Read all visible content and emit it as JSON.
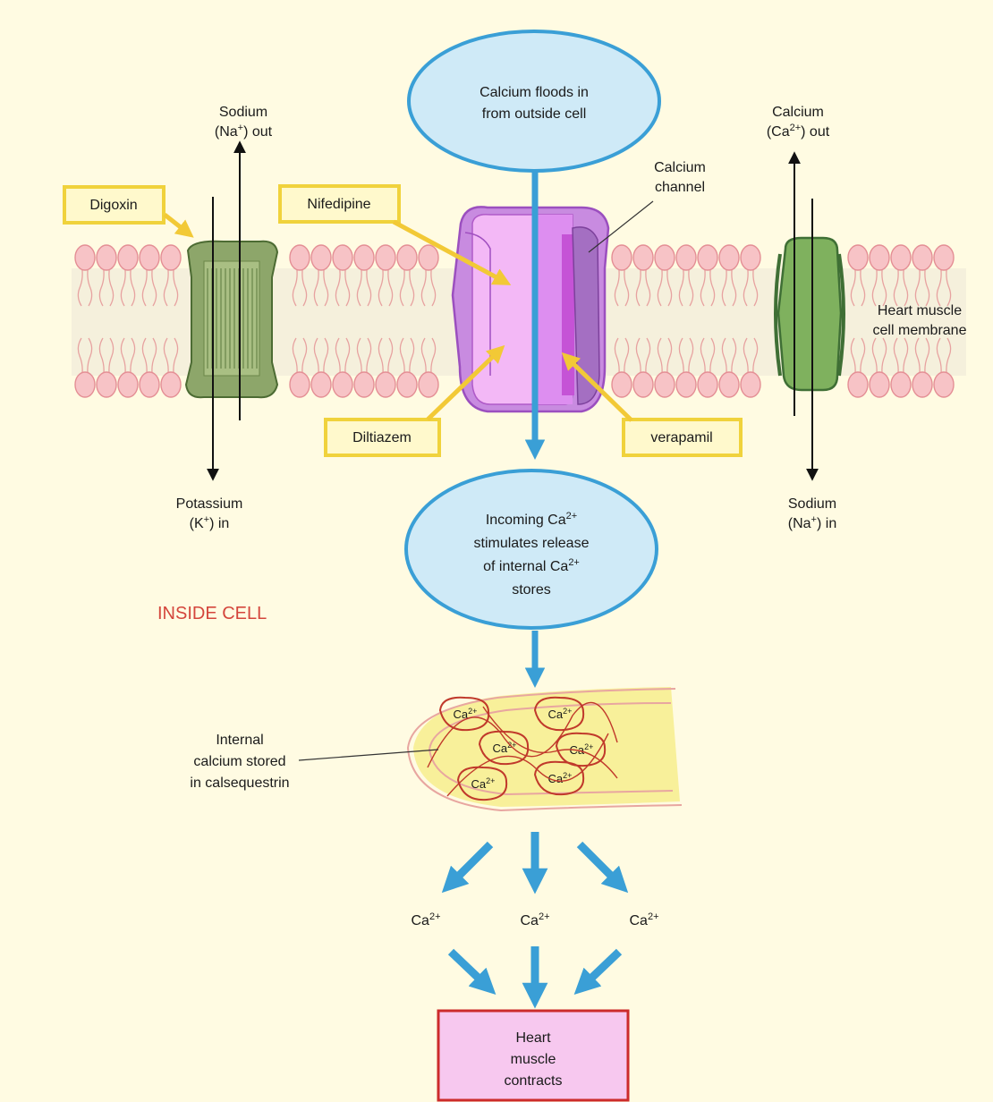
{
  "bubbles": {
    "top": {
      "line1": "Calcium floods in",
      "line2": "from outside cell"
    },
    "middle": {
      "line1": "Incoming Ca",
      "line1_sup": "2+",
      "line2": "stimulates release",
      "line3": "of internal Ca",
      "line3_sup": "2+",
      "line4": "stores"
    }
  },
  "labels": {
    "sodium_out": {
      "line1": "Sodium",
      "line2a": "(Na",
      "line2_sup": "+",
      "line2b": ") out"
    },
    "calcium_out": {
      "line1": "Calcium",
      "line2a": "(Ca",
      "line2_sup": "2+",
      "line2b": ") out"
    },
    "potassium_in": {
      "line1": "Potassium",
      "line2a": "(K",
      "line2_sup": "+",
      "line2b": ") in"
    },
    "sodium_in": {
      "line1": "Sodium",
      "line2a": "(Na",
      "line2_sup": "+",
      "line2b": ") in"
    },
    "calcium_channel": {
      "line1": "Calcium",
      "line2": "channel"
    },
    "membrane": {
      "line1": "Heart muscle",
      "line2": "cell membrane"
    },
    "inside_cell": "INSIDE CELL",
    "internal_calcium": {
      "line1": "Internal",
      "line2": "calcium stored",
      "line3": "in calsequestrin"
    }
  },
  "drugs": {
    "digoxin": "Digoxin",
    "nifedipine": "Nifedipine",
    "diltiazem": "Diltiazem",
    "verapamil": "verapamil"
  },
  "ions": {
    "base": "Ca",
    "sup": "2+",
    "store_count": 6
  },
  "result_box": {
    "line1": "Heart",
    "line2": "muscle",
    "line3": "contracts"
  },
  "colors": {
    "background": "#fffbe2",
    "bubble_fill": "#cfeaf7",
    "arrow_blue": "#3a9fd6",
    "drug_box_border": "#f0d23c",
    "drug_arrow": "#f2c936",
    "result_fill": "#f7c8ef",
    "result_border": "#cc2b2b",
    "inside_cell_text": "#d4463c"
  }
}
